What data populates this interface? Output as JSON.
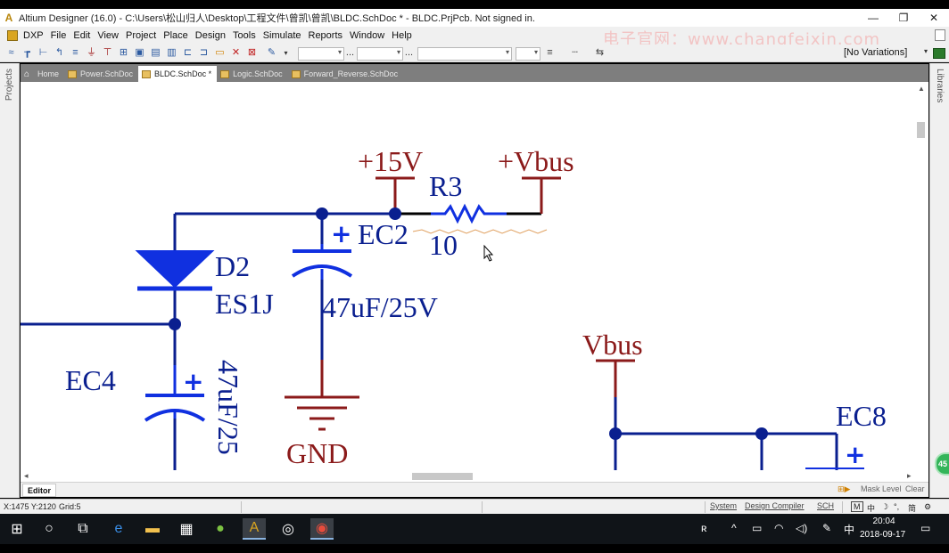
{
  "window": {
    "title": "Altium Designer (16.0) - C:\\Users\\松山归人\\Desktop\\工程文件\\曾凯\\曾凯\\BLDC.SchDoc * - BLDC.PrjPcb. Not signed in.",
    "app_icon": "A",
    "controls": [
      "—",
      "❐",
      "✕"
    ]
  },
  "menu": {
    "items": [
      "DXP",
      "File",
      "Edit",
      "View",
      "Project",
      "Place",
      "Design",
      "Tools",
      "Simulate",
      "Reports",
      "Window",
      "Help"
    ],
    "watermark": "电子官网：www.changfeixin.com"
  },
  "toolbar": {
    "variations": "[No Variations]",
    "ellipsis": "..."
  },
  "panels": {
    "left_label": "Projects",
    "right_label": "Libraries"
  },
  "tabs": [
    {
      "label": "Home",
      "active": false
    },
    {
      "label": "Power.SchDoc",
      "active": false
    },
    {
      "label": "BLDC.SchDoc *",
      "active": true
    },
    {
      "label": "Logic.SchDoc",
      "active": false
    },
    {
      "label": "Forward_Reverse.SchDoc",
      "active": false
    }
  ],
  "schematic": {
    "colors": {
      "wire": "#0a1f8f",
      "power_port": "#8b1a1a",
      "component": "#1030e0",
      "junction": "#0a1f8f",
      "label": "#0a1f8f"
    },
    "power_ports": {
      "p15v": "+15V",
      "vbus_plus": "+Vbus",
      "gnd": "GND",
      "vbus": "Vbus"
    },
    "components": {
      "r3": {
        "designator": "R3",
        "value": "10"
      },
      "d2": {
        "designator": "D2",
        "value": "ES1J"
      },
      "ec2": {
        "designator": "EC2",
        "value": "47uF/25V",
        "polarity": "+"
      },
      "ec4": {
        "designator": "EC4",
        "value": "47uF/25",
        "polarity": "+"
      },
      "ec8": {
        "designator": "EC8",
        "polarity": "+"
      }
    }
  },
  "editor": {
    "tab": "Editor",
    "mask_level": "Mask Level",
    "clear": "Clear"
  },
  "status": {
    "coords": "X:1475 Y:2120",
    "grid": "Grid:5",
    "buttons": [
      "System",
      "Design Compiler",
      "SCH"
    ],
    "ime": [
      "M",
      "中",
      "☽",
      "°,",
      "简",
      "⚙"
    ]
  },
  "taskbar": {
    "time": "20:04",
    "date": "2018-09-17",
    "tray_icons": [
      "ʀ",
      "^",
      "▭",
      "◠",
      "◁)",
      "✎",
      "中"
    ]
  },
  "float_badge": "45"
}
